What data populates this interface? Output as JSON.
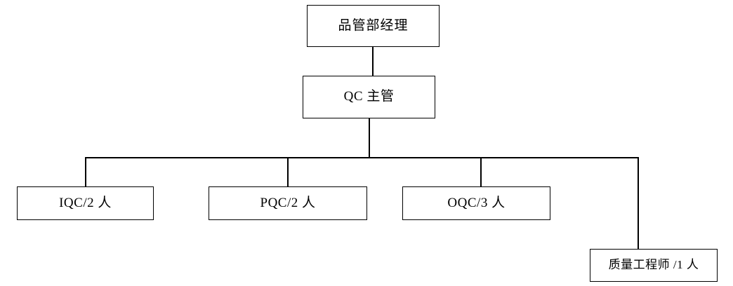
{
  "diagram": {
    "title": "",
    "type": "org-chart",
    "orientation": "top-down",
    "background_color": "#ffffff",
    "line_color": "#000000",
    "box_border_color": "#000000",
    "box_fill_color": "#ffffff",
    "text_color": "#000000",
    "nodes": [
      {
        "id": "manager",
        "label": "品管部经理",
        "level": 0
      },
      {
        "id": "qc_supervisor",
        "label": "QC 主管",
        "level": 1
      },
      {
        "id": "iqc",
        "label": "IQC/2 人",
        "level": 2
      },
      {
        "id": "pqc",
        "label": "PQC/2 人",
        "level": 2
      },
      {
        "id": "oqc",
        "label": "OQC/3 人",
        "level": 2
      },
      {
        "id": "quality_engineer",
        "label": "质量工程师 /1 人",
        "level": 2
      }
    ],
    "edges": [
      {
        "from": "manager",
        "to": "qc_supervisor"
      },
      {
        "from": "qc_supervisor",
        "to": "iqc"
      },
      {
        "from": "qc_supervisor",
        "to": "pqc"
      },
      {
        "from": "qc_supervisor",
        "to": "oqc"
      },
      {
        "from": "qc_supervisor",
        "to": "quality_engineer"
      }
    ]
  }
}
